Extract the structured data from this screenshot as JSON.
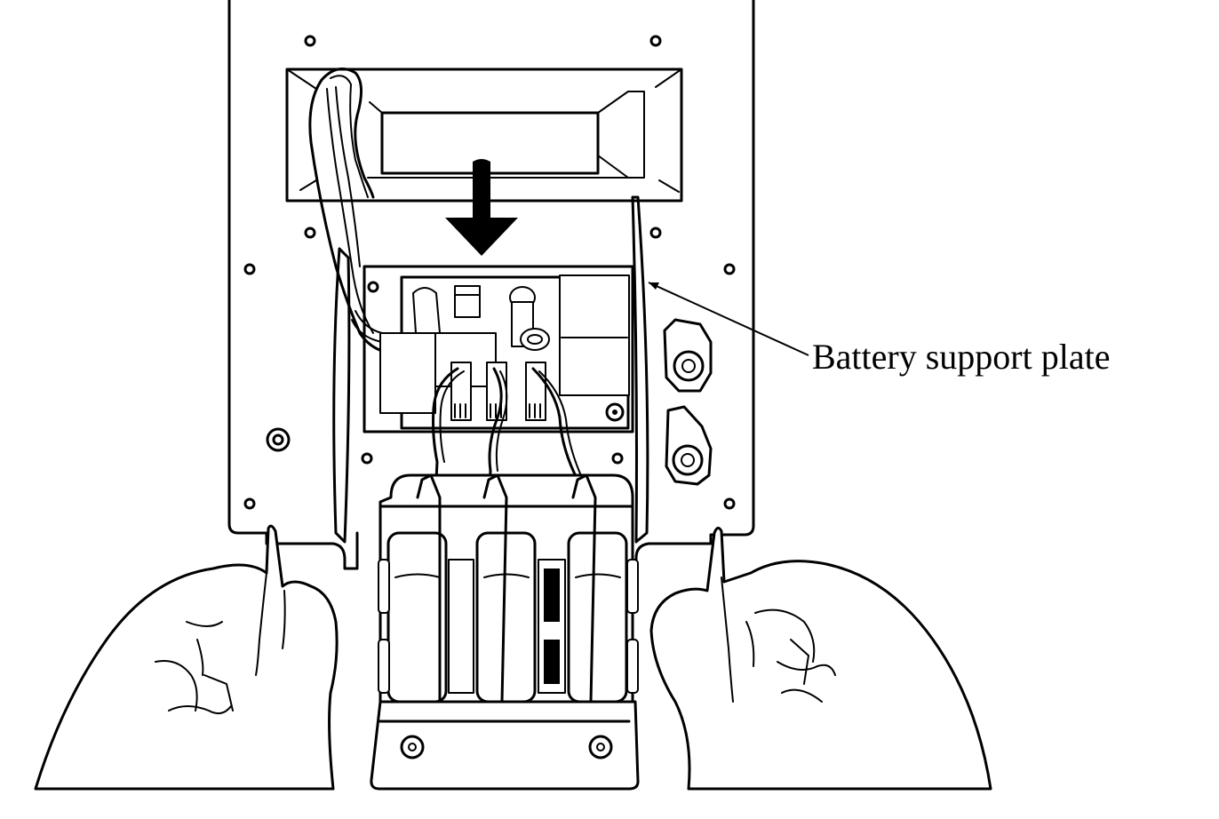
{
  "figure": {
    "description": "Line drawing: two hands installing a battery pack onto a mounting panel; arrow indicates downward insertion",
    "callouts": [
      {
        "id": "battery-support-plate",
        "label": "Battery support plate"
      }
    ],
    "arrow_direction": "down"
  }
}
